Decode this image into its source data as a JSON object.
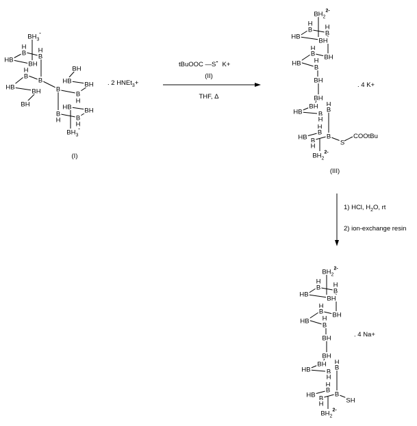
{
  "compound_I": {
    "label": "(I)",
    "counterion": ". 2 HNEt",
    "counterion_sub": "3",
    "counterion_sup": "+",
    "atoms": [
      {
        "t": "BH",
        "sub": "3",
        "sup": "-"
      },
      {
        "t": "H"
      },
      {
        "t": "B"
      },
      {
        "t": "H"
      },
      {
        "t": "B"
      },
      {
        "t": "HB"
      },
      {
        "t": "BH"
      },
      {
        "t": "H"
      },
      {
        "t": "B"
      },
      {
        "t": "B"
      },
      {
        "t": "HB"
      },
      {
        "t": "BH"
      },
      {
        "t": "BH"
      },
      {
        "t": "B"
      },
      {
        "t": "BH"
      },
      {
        "t": "HB"
      },
      {
        "t": "BH"
      },
      {
        "t": "B"
      },
      {
        "t": "H"
      },
      {
        "t": "HB"
      },
      {
        "t": "BH"
      },
      {
        "t": "B"
      },
      {
        "t": "H"
      },
      {
        "t": "B"
      },
      {
        "t": "H"
      },
      {
        "t": "BH",
        "sub": "3",
        "sup": "-"
      }
    ]
  },
  "reaction_arrow_1": {
    "reagent": "tBuOOC —S",
    "reagent_charge": "-",
    "reagent_counterion": "K+",
    "reagent_label": "(II)",
    "conditions": "THF, Δ"
  },
  "compound_III": {
    "label": "(III)",
    "counterion": ". 4 K+",
    "substituent": "COOtBu",
    "atoms": [
      {
        "t": "BH",
        "sub": "2",
        "sup": "2-"
      },
      {
        "t": "H"
      },
      {
        "t": "B"
      },
      {
        "t": "H"
      },
      {
        "t": "B"
      },
      {
        "t": "HB"
      },
      {
        "t": "BH"
      },
      {
        "t": "H"
      },
      {
        "t": "B"
      },
      {
        "t": "BH"
      },
      {
        "t": "H"
      },
      {
        "t": "B"
      },
      {
        "t": "HB"
      },
      {
        "t": "BH"
      },
      {
        "t": "BH"
      },
      {
        "t": "BH"
      },
      {
        "t": "HB"
      },
      {
        "t": "B"
      },
      {
        "t": "H"
      },
      {
        "t": "H"
      },
      {
        "t": "B"
      },
      {
        "t": "H"
      },
      {
        "t": "B"
      },
      {
        "t": "HB"
      },
      {
        "t": "B"
      },
      {
        "t": "H"
      },
      {
        "t": "B"
      },
      {
        "t": "S"
      },
      {
        "t": "BH",
        "sub": "2",
        "sup": "2-"
      }
    ]
  },
  "reaction_arrow_2": {
    "step1_prefix": "1) HCl, H",
    "step1_sub": "2",
    "step1_suffix": "O, rt",
    "step2": "2) ion-exchange resin"
  },
  "product": {
    "counterion": ". 4 Na+",
    "atoms": [
      {
        "t": "BH",
        "sub": "2",
        "sup": "2-"
      },
      {
        "t": "H"
      },
      {
        "t": "B"
      },
      {
        "t": "H"
      },
      {
        "t": "B"
      },
      {
        "t": "HB"
      },
      {
        "t": "BH"
      },
      {
        "t": "H"
      },
      {
        "t": "B"
      },
      {
        "t": "BH"
      },
      {
        "t": "H"
      },
      {
        "t": "B"
      },
      {
        "t": "HB"
      },
      {
        "t": "BH"
      },
      {
        "t": "BH"
      },
      {
        "t": "BH"
      },
      {
        "t": "HB"
      },
      {
        "t": "B"
      },
      {
        "t": "H"
      },
      {
        "t": "H"
      },
      {
        "t": "B"
      },
      {
        "t": "H"
      },
      {
        "t": "B"
      },
      {
        "t": "HB"
      },
      {
        "t": "B"
      },
      {
        "t": "H"
      },
      {
        "t": "B"
      },
      {
        "t": "SH"
      },
      {
        "t": "BH",
        "sub": "2",
        "sup": "2-"
      }
    ]
  }
}
